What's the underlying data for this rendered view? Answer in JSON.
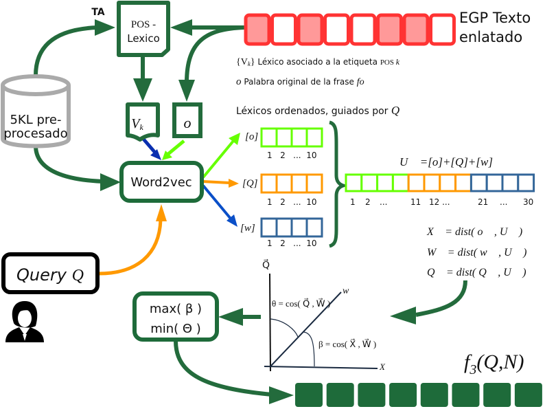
{
  "colors": {
    "dark_green": "#236b3c",
    "box_green": "#1e6b3a",
    "light_green": "#66ff00",
    "orange": "#ff9900",
    "blue": "#336699",
    "arrow_blue": "#0a2fb0",
    "arrow_blue2": "#0a4fc8",
    "red": "#ff3333",
    "red_fill": "#ff9999",
    "grey": "#aaaaaa",
    "black": "#000000"
  },
  "labels": {
    "ta": "TA",
    "pos_lexico_line1": "POS -",
    "pos_lexico_line2": "Lexico",
    "vk": "V",
    "vk_sub": "k",
    "o_box": "o",
    "db_line1": "5KL pre-",
    "db_line2": "procesado",
    "word2vec": "Word2vec",
    "query": "Query",
    "query_var": "Q",
    "maxmin_line1": "max( β )",
    "maxmin_line2": "min( Θ )",
    "egp_line1": "EGP Texto",
    "egp_line2": "enlatado",
    "legend_vk_sym": "{V",
    "legend_vk_sub": "k",
    "legend_vk_close": "}",
    "legend_vk_text": " Léxico asociado a la etiqueta ",
    "legend_vk_pos": "POS ",
    "legend_vk_k": "k",
    "legend_o_sym": "o",
    "legend_o_text": " Palabra original de la frase ",
    "legend_o_fo": "fo",
    "ordered_title": "Léxicos ordenados, guiados por ",
    "ordered_title_var": "Q",
    "vec_o_label": "[o]",
    "vec_q_label": "[Q]",
    "vec_w_label": "[w]",
    "vec_ticks": "1   2   ...  10",
    "u_formula": "U⃗ =[o]+[Q]+[w]",
    "u_ticks": [
      "1",
      "2",
      "...",
      "11",
      "12 ...",
      "21",
      "...",
      "30"
    ],
    "formula_x": "X⃗ = dist( o⃗ , U⃗ )",
    "formula_w": "W⃗ = dist( w⃗ , U⃗ )",
    "formula_q": "Q⃗ = dist( Q⃗ , U⃗ )",
    "axis_q": "Q⃗",
    "axis_w": "w⃗",
    "axis_x": "X⃗",
    "theta_eq": "θ = cos( Q⃗ , W⃗ )",
    "beta_eq": "β = cos( X⃗ , W⃗ )",
    "f3": "f",
    "f3_sub": "3",
    "f3_args": "(Q,N)"
  },
  "egp_cells_filled": [
    true,
    false,
    true,
    false,
    false,
    true,
    true,
    false
  ],
  "output_cells": 8
}
